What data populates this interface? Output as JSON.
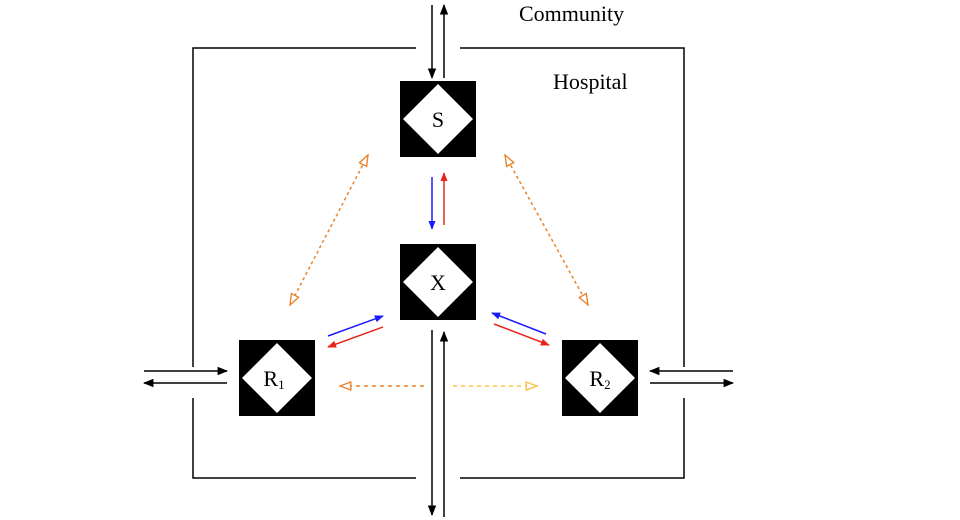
{
  "labels": {
    "community": "Community",
    "hospital": "Hospital"
  },
  "nodes": [
    {
      "id": "S",
      "label": "S",
      "sub": ""
    },
    {
      "id": "X",
      "label": "X",
      "sub": ""
    },
    {
      "id": "R1",
      "label": "R",
      "sub": "1"
    },
    {
      "id": "R2",
      "label": "R",
      "sub": "2"
    }
  ],
  "colors": {
    "black": "#000000",
    "blue": "#1a1aff",
    "red": "#e8251c",
    "orange": "#e8822a",
    "yellow": "#f5c242"
  },
  "edges": [
    {
      "from": "S",
      "to": "X",
      "color": "blue",
      "style": "solid"
    },
    {
      "from": "X",
      "to": "S",
      "color": "red",
      "style": "solid"
    },
    {
      "from": "R1",
      "to": "X",
      "color": "blue",
      "style": "solid"
    },
    {
      "from": "X",
      "to": "R1",
      "color": "red",
      "style": "solid"
    },
    {
      "from": "R2",
      "to": "X",
      "color": "blue",
      "style": "solid"
    },
    {
      "from": "X",
      "to": "R2",
      "color": "red",
      "style": "solid"
    },
    {
      "from": "S",
      "to": "R1",
      "color": "orange",
      "style": "dotted",
      "bidirectional": true
    },
    {
      "from": "S",
      "to": "R2",
      "color": "orange",
      "style": "dotted",
      "bidirectional": true
    },
    {
      "from": "R1",
      "to": "R2",
      "color": "orange-yellow",
      "style": "dotted",
      "bidirectional": true
    },
    {
      "from": "community",
      "to": "S",
      "color": "black",
      "style": "solid",
      "bidirectional": true
    },
    {
      "from": "community",
      "to": "R1",
      "color": "black",
      "style": "solid",
      "bidirectional": true
    },
    {
      "from": "community",
      "to": "R2",
      "color": "black",
      "style": "solid",
      "bidirectional": true
    },
    {
      "from": "community",
      "to": "X",
      "color": "black",
      "style": "solid",
      "bidirectional": true
    }
  ]
}
